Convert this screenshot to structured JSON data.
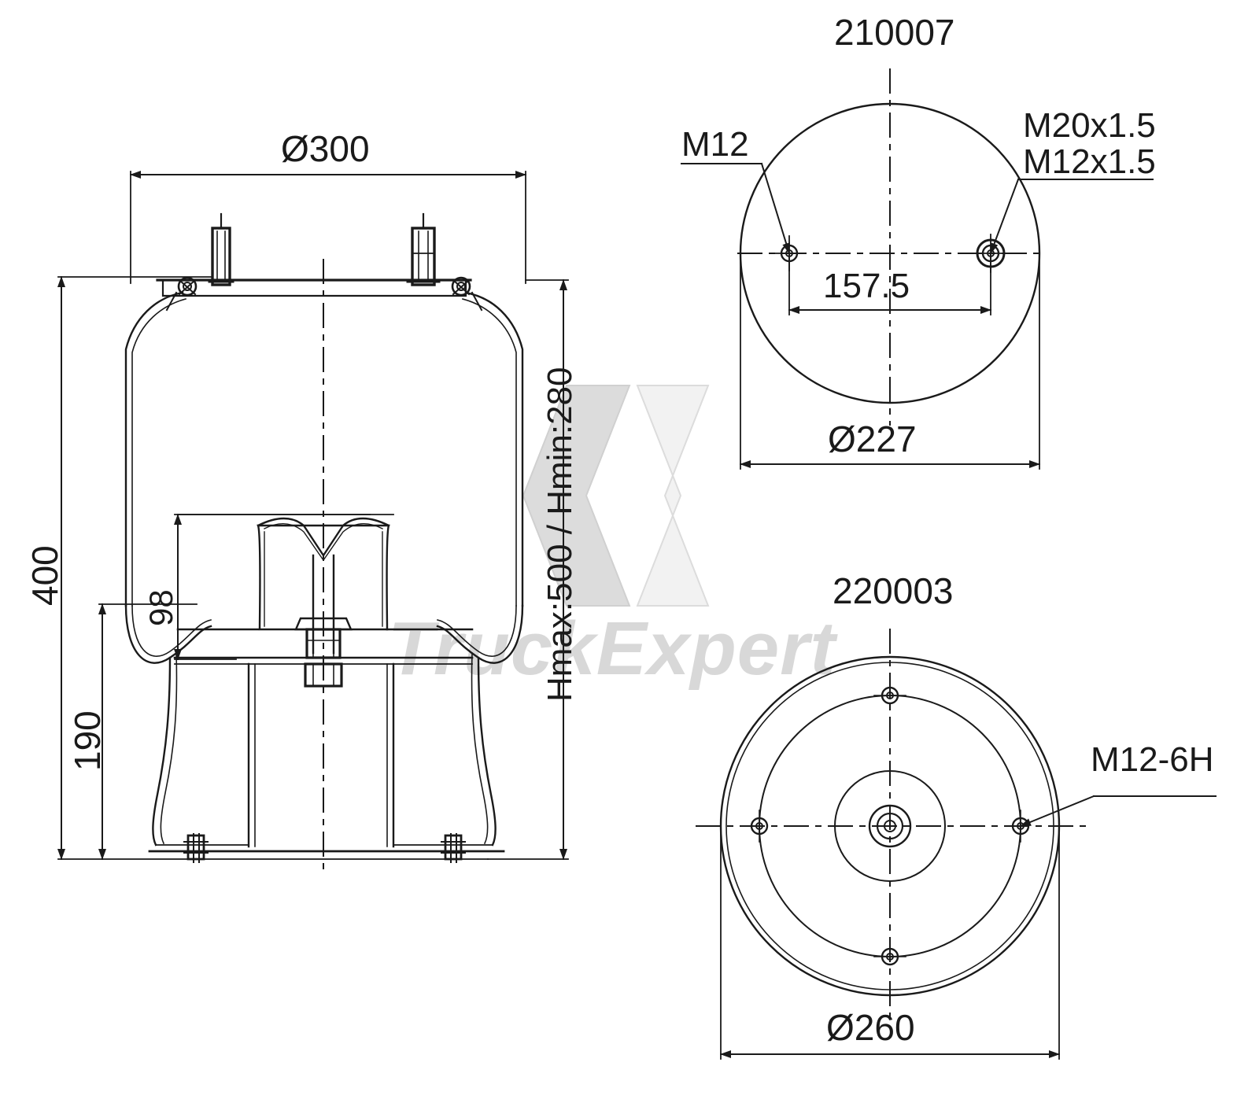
{
  "drawing": {
    "title": "Air spring assembly technical drawing",
    "line_color": "#1a1a1a",
    "background": "#ffffff",
    "watermark_color": "#d8d8d8"
  },
  "watermark": {
    "text": "TruckExpert",
    "logo": "x-chevron-logo"
  },
  "main_view": {
    "name": "air-spring-section-view",
    "dimensions": {
      "top_diameter": "Ø300",
      "overall_height": "400",
      "piston_height": "190",
      "bead_offset": "98",
      "stroke_note": "Hmax:500 / Hmin:280"
    }
  },
  "top_plate_view": {
    "name": "top-plate-view",
    "part_number": "210007",
    "diameter": "Ø227",
    "bolt_spacing": "157.5",
    "callout_left": "M12",
    "callout_right_line1": "M20x1.5",
    "callout_right_line2": "M12x1.5"
  },
  "piston_view": {
    "name": "piston-base-view",
    "part_number": "220003",
    "diameter": "Ø260",
    "callout_right": "M12-6H"
  }
}
